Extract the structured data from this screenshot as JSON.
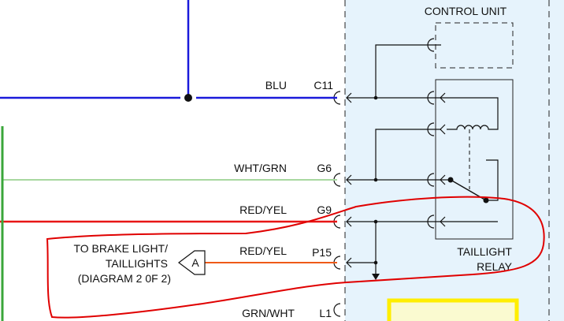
{
  "control_unit": {
    "label": "CONTROL UNIT"
  },
  "relay": {
    "label_line1": "TAILLIGHT",
    "label_line2": "RELAY"
  },
  "wires": [
    {
      "color_label": "BLU",
      "pin": "C11",
      "stroke": "#1a1adb"
    },
    {
      "color_label": "WHT/GRN",
      "pin": "G6",
      "stroke": "#a8d8a0"
    },
    {
      "color_label": "RED/YEL",
      "pin": "G9",
      "stroke": "#e81616"
    },
    {
      "color_label": "RED/YEL",
      "pin": "P15",
      "stroke": "#ee5a18"
    },
    {
      "color_label": "GRN/WHT",
      "pin": "L1",
      "stroke": "#2e9a2e"
    }
  ],
  "connector_ref": {
    "letter": "A",
    "line1": "TO BRAKE LIGHT/",
    "line2": "TAILLIGHTS",
    "line3": "(DIAGRAM 2 0F 2)"
  },
  "colors": {
    "module_fill": "#e6f3fc",
    "annotation": "#e00000",
    "highlight_yellow": "#ffee00",
    "left_bus_green": "#3aa63a"
  }
}
